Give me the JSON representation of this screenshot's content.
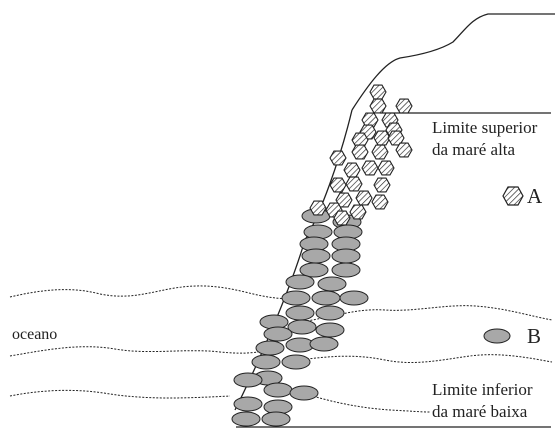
{
  "labels": {
    "upper_line1": "Limite superior",
    "upper_line2": "da maré alta",
    "lower_line1": "Limite inferior",
    "lower_line2": "da maré baixa",
    "ocean": "oceano",
    "legend_a": "A",
    "legend_b": "B"
  },
  "legend": [
    {
      "letter": "A",
      "symbol": "hexagon-hatched-icon"
    },
    {
      "letter": "B",
      "symbol": "grey-ellipse-icon"
    }
  ],
  "colors": {
    "line": "#222222",
    "ellipse_fill": "#a8a8a8",
    "hexagon_fill": "#ffffff",
    "background": "#ffffff"
  }
}
